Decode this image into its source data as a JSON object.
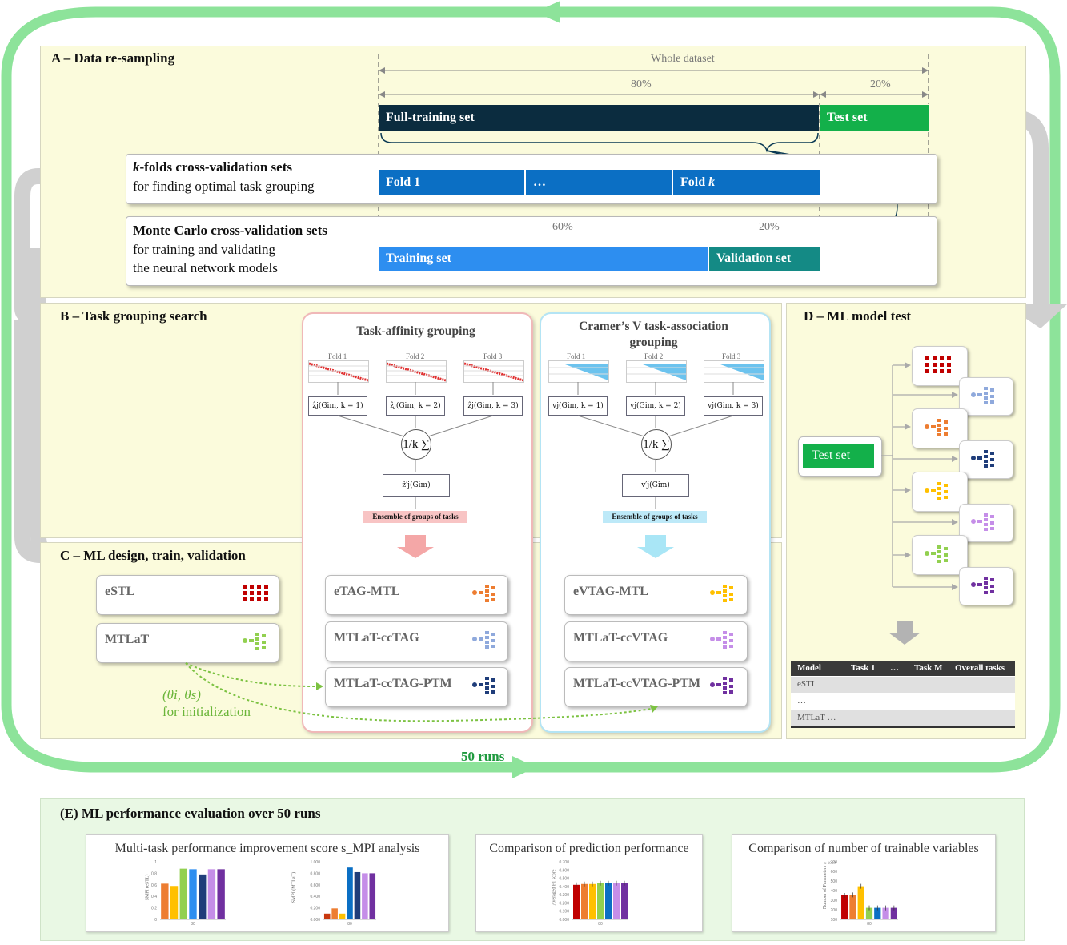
{
  "panels": {
    "a": "A – Data re-sampling",
    "b": "B – Task grouping search",
    "c": "C – ML design, train, validation",
    "d": "D – ML model test",
    "e": "(E) ML performance evaluation over 50 runs"
  },
  "runs_label": "50 runs",
  "resampling": {
    "whole": "Whole dataset",
    "p80": "80%",
    "p20a": "20%",
    "p60": "60%",
    "p20b": "20%",
    "full_training": "Full-training set",
    "test_set": "Test set",
    "kfold_title_italic": "k",
    "kfold_title_rest": "-folds cross-validation sets",
    "kfold_sub": "for finding optimal task grouping",
    "fold1": "Fold 1",
    "fold_dots": "…",
    "foldk": "Fold ",
    "foldk_italic": "k",
    "mc_title": "Monte Carlo cross-validation sets",
    "mc_sub1": "for training and validating",
    "mc_sub2": "the neural network models",
    "training_set": "Training set",
    "validation_set": "Validation set"
  },
  "tag": {
    "title": "Task-affinity grouping",
    "folds": [
      "Fold 1",
      "Fold 2",
      "Fold 3"
    ],
    "formulas": [
      "ẑj(Gim, k = 1)",
      "ẑj(Gim, k = 2)",
      "ẑj(Gim, k = 3)"
    ],
    "sum": "1/k ∑",
    "agg": "ẑ′j(Gim)",
    "ensemble": "Ensemble of groups of tasks"
  },
  "vtag": {
    "title": "Cramer’s V task-association grouping",
    "folds": [
      "Fold 1",
      "Fold 2",
      "Fold 3"
    ],
    "formulas": [
      "vj(Gim, k = 1)",
      "vj(Gim, k = 2)",
      "vj(Gim, k = 3)"
    ],
    "sum": "1/k ∑",
    "agg": "v′j(Gim)",
    "ensemble": "Ensemble of groups of tasks"
  },
  "models": {
    "estl": "eSTL",
    "mtlat": "MTLaT",
    "etag": "eTAG-MTL",
    "cctag": "MTLaT-ccTAG",
    "cctagptm": "MTLaT-ccTAG-PTM",
    "evtag": "eVTAG-MTL",
    "ccvtag": "MTLaT-ccVTAG",
    "ccvtagptm": "MTLaT-ccVTAG-PTM"
  },
  "init": {
    "theta": "(θi, θs)",
    "label": "for initialization"
  },
  "test": {
    "test_set": "Test set",
    "table": {
      "headers": [
        "Model",
        "Task 1",
        "…",
        "Task M",
        "Overall tasks"
      ],
      "rows": [
        "eSTL",
        "…",
        "MTLaT-…"
      ]
    }
  },
  "evaluation": {
    "card1_title": "Multi-task performance improvement score s_MPI analysis",
    "card2_title": "Comparison of prediction performance",
    "card3_title": "Comparison of number of trainable variables",
    "chart1_ylabel": "SMPI (eSTL)",
    "chart2_ylabel": "SMPI (MTLaT)",
    "chart3_ylabel": "Averaged F1 score",
    "chart4_ylabel": "Number of Parameters",
    "chart4_unit": "x 1000",
    "chart1_ticks": [
      "1",
      "0.8",
      "0.6",
      "0.4",
      "0.2",
      "0"
    ],
    "chart2_ticks": [
      "1.000",
      "0.800",
      "0.600",
      "0.400",
      "0.200",
      "0.000"
    ],
    "chart3_ticks": [
      "0.700",
      "0.600",
      "0.500",
      "0.400",
      "0.300",
      "0.200",
      "0.100",
      "0.000"
    ],
    "chart4_ticks": [
      "700",
      "600",
      "500",
      "400",
      "300",
      "200",
      "100"
    ],
    "xtick": "80"
  },
  "colors": {
    "navy": "#0b2c3f",
    "green": "#13b04a",
    "blue": "#0b6fc4",
    "light_blue": "#2d8ef0",
    "teal": "#148a85",
    "loop": "#8de39a",
    "red": "#c00000",
    "orange": "#ed7d31",
    "yellow": "#ffc000",
    "purple": "#7030a0",
    "lilac": "#c58ee8",
    "lime": "#92d050"
  },
  "chart_data": [
    {
      "type": "bar",
      "ylabel": "SMPI (eSTL)",
      "categories": [
        "80"
      ],
      "ylim": [
        0,
        1
      ],
      "series": [
        {
          "values": [
            0.62,
            0.58,
            0.88,
            0.87,
            0.78,
            0.87,
            0.87
          ]
        }
      ]
    },
    {
      "type": "bar",
      "ylabel": "SMPI (MTLaT)",
      "categories": [
        "80"
      ],
      "ylim": [
        0,
        1
      ],
      "series": [
        {
          "values": [
            0.1,
            0.19,
            0.1,
            0.9,
            0.82,
            0.8,
            0.8
          ]
        }
      ]
    },
    {
      "type": "bar",
      "ylabel": "Averaged F1 score",
      "categories": [
        "80"
      ],
      "ylim": [
        0,
        0.7
      ],
      "series": [
        {
          "values": [
            0.42,
            0.43,
            0.43,
            0.44,
            0.44,
            0.44,
            0.44
          ]
        }
      ]
    },
    {
      "type": "bar",
      "ylabel": "Number of Parameters",
      "categories": [
        "80"
      ],
      "ylim": [
        100,
        700
      ],
      "series": [
        {
          "values": [
            350,
            355,
            445,
            220,
            220,
            220,
            220
          ]
        }
      ]
    }
  ]
}
